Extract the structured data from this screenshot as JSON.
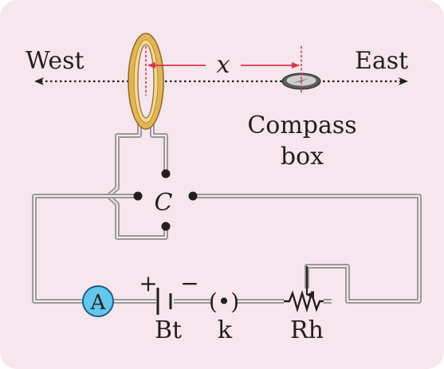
{
  "labels": {
    "west": "West",
    "east": "East",
    "x": "x",
    "compass_line1": "Compass",
    "compass_line2": "box",
    "commutator": "C",
    "plus": "+",
    "minus": "−",
    "ammeter": "A",
    "battery": "Bt",
    "key_symbol": "(•)",
    "key": "k",
    "rheostat": "Rh"
  },
  "colors": {
    "background": "#f7e6ee",
    "wire": "#9a9a9a",
    "coil_outer": "#e3b55a",
    "coil_inner": "#f6d892",
    "axis": "#d8334a",
    "ammeter_fill": "#63c7ee",
    "text": "#231f20"
  }
}
